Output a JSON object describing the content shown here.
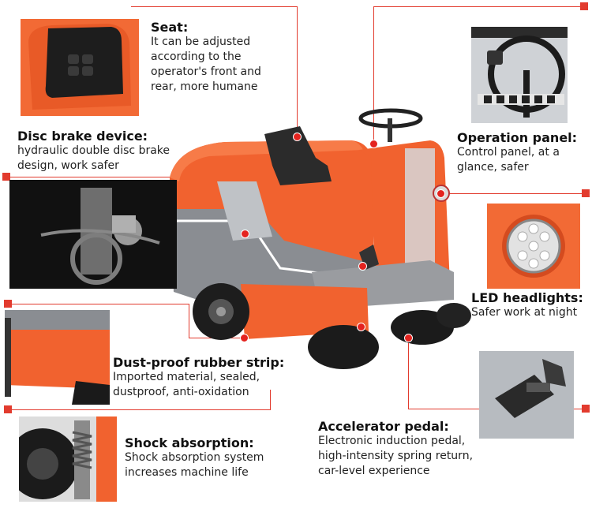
{
  "features": {
    "seat": {
      "title": "Seat:",
      "lines": [
        "It can be adjusted",
        "according to the",
        "operator's front and",
        "rear, more humane"
      ]
    },
    "disc_brake": {
      "title": "Disc brake device:",
      "lines": [
        "hydraulic double disc brake",
        "design, work safer"
      ]
    },
    "operation_panel": {
      "title": "Operation panel:",
      "lines": [
        "Control panel, at a",
        "glance, safer"
      ]
    },
    "led_headlights": {
      "title": "LED headlights:",
      "lines": [
        "Safer work at night"
      ]
    },
    "dust_strip": {
      "title": "Dust-proof rubber strip:",
      "lines": [
        "Imported material, sealed,",
        "dustproof, anti-oxidation"
      ]
    },
    "shock": {
      "title": "Shock absorption:",
      "lines": [
        "Shock absorption system",
        "increases machine life"
      ]
    },
    "pedal": {
      "title": "Accelerator pedal:",
      "lines": [
        "Electronic induction pedal,",
        "high-intensity spring return,",
        "car-level experience"
      ]
    }
  },
  "colors": {
    "accent_red": "#e23b2e",
    "machine_orange": "#f1622f",
    "machine_gray": "#8a8d92"
  }
}
